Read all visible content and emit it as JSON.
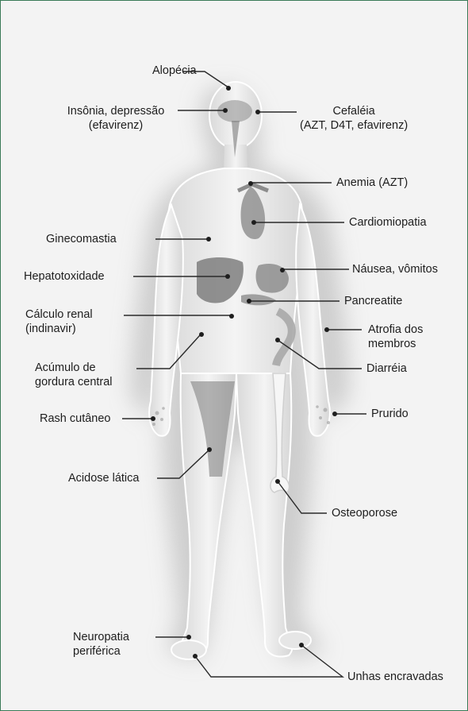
{
  "diagram": {
    "labels": {
      "alopecia": "Alopécia",
      "insonia_1": "Insônia, depressão",
      "insonia_2": "(efavirenz)",
      "cefaleia_1": "Cefaléia",
      "cefaleia_2": "(AZT, D4T, efavirenz)",
      "anemia": "Anemia (AZT)",
      "cardiomiopatia": "Cardiomiopatia",
      "ginecomastia": "Ginecomastia",
      "nausea": "Náusea, vômitos",
      "hepatotoxidade": "Hepatotoxidade",
      "pancreatite": "Pancreatite",
      "calculo_1": "Cálculo renal",
      "calculo_2": "(indinavir)",
      "atrofia_1": "Atrofia dos",
      "atrofia_2": "membros",
      "acumulo_1": "Acúmulo de",
      "acumulo_2": "gordura central",
      "diarreia": "Diarréia",
      "rash": "Rash cutâneo",
      "prurido": "Prurido",
      "acidose": "Acidose lática",
      "osteoporose": "Osteoporose",
      "neuropatia_1": "Neuropatia",
      "neuropatia_2": "periférica",
      "unhas": "Unhas encravadas"
    }
  }
}
